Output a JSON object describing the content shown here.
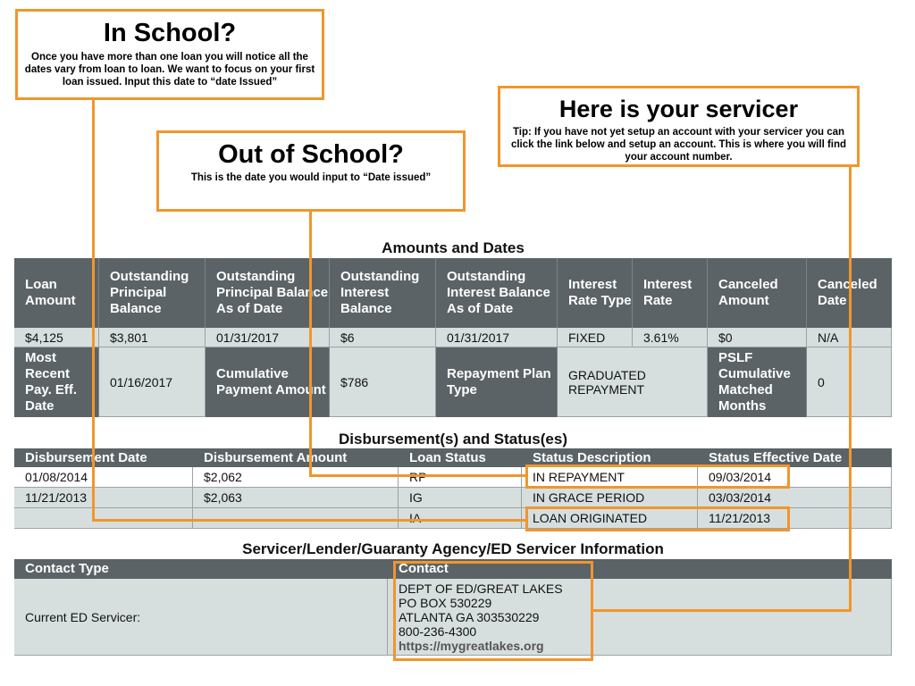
{
  "callouts": {
    "in_school": {
      "title": "In School?",
      "body": "Once you have more than one loan you will notice all the dates vary from loan to loan. We want to focus on your first loan issued. Input this date to “date Issued”"
    },
    "out_of_school": {
      "title": "Out of School?",
      "body": "This is the date you would input to “Date issued”"
    },
    "servicer": {
      "title": "Here is your servicer",
      "body": "Tip: If you have not yet setup an account with your servicer you can click the link below and setup an account. This is where you will find your account number."
    }
  },
  "amounts": {
    "title": "Amounts and Dates",
    "headers": [
      "Loan Amount",
      "Outstanding Principal Balance",
      "Outstanding Principal Balance As of Date",
      "Outstanding Interest Balance",
      "Outstanding Interest Balance As of Date",
      "Interest Rate Type",
      "Interest Rate",
      "Canceled Amount",
      "Canceled Date"
    ],
    "values": [
      "$4,125",
      "$3,801",
      "01/31/2017",
      "$6",
      "01/31/2017",
      "FIXED",
      "3.61%",
      "$0",
      "N/A"
    ],
    "row2": {
      "h1": "Most Recent Pay. Eff. Date",
      "v1": "01/16/2017",
      "h2": "Cumulative Payment Amount",
      "v2": "$786",
      "h3": "Repayment Plan Type",
      "v3": "GRADUATED REPAYMENT",
      "h4": "PSLF Cumulative Matched Months",
      "v4": "0"
    }
  },
  "disbursements": {
    "title": "Disbursement(s) and Status(es)",
    "headers": [
      "Disbursement Date",
      "Disbursement Amount",
      "Loan Status",
      "Status Description",
      "Status Effective Date"
    ],
    "rows": [
      [
        "01/08/2014",
        "$2,062",
        "RP",
        "IN REPAYMENT",
        "09/03/2014"
      ],
      [
        "11/21/2013",
        "$2,063",
        "IG",
        "IN GRACE PERIOD",
        "03/03/2014"
      ],
      [
        "",
        "",
        "IA",
        "LOAN ORIGINATED",
        "11/21/2013"
      ]
    ]
  },
  "servicer_info": {
    "title": "Servicer/Lender/Guaranty Agency/ED Servicer Information",
    "headers": [
      "Contact Type",
      "Contact"
    ],
    "contact_type": "Current ED Servicer:",
    "contact_lines": [
      "DEPT OF ED/GREAT LAKES",
      "PO BOX 530229",
      "ATLANTA GA 303530229",
      "800-236-4300"
    ],
    "link": "https://mygreatlakes.org"
  },
  "colors": {
    "accent": "#f0962e",
    "header": "#5b6366",
    "cell": "#d6dede"
  }
}
